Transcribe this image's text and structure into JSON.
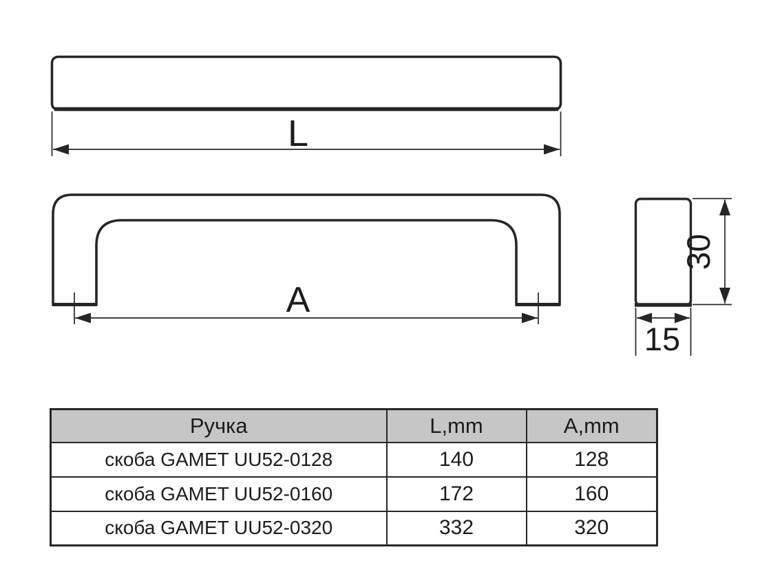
{
  "colors": {
    "background": "#ffffff",
    "line": "#262626",
    "text": "#1c1c1c",
    "table_header_bg": "#c6c6c6"
  },
  "drawing": {
    "views": {
      "top": {
        "dimension_label": "L"
      },
      "front": {
        "dimension_label": "A"
      },
      "side": {
        "height_label": "30",
        "depth_label": "15"
      }
    }
  },
  "table": {
    "headers": [
      "Ручка",
      "L,mm",
      "A,mm"
    ],
    "rows": [
      [
        "скоба GAMET UU52-0128",
        "140",
        "128"
      ],
      [
        "скоба GAMET UU52-0160",
        "172",
        "160"
      ],
      [
        "скоба GAMET UU52-0320",
        "332",
        "320"
      ]
    ]
  }
}
